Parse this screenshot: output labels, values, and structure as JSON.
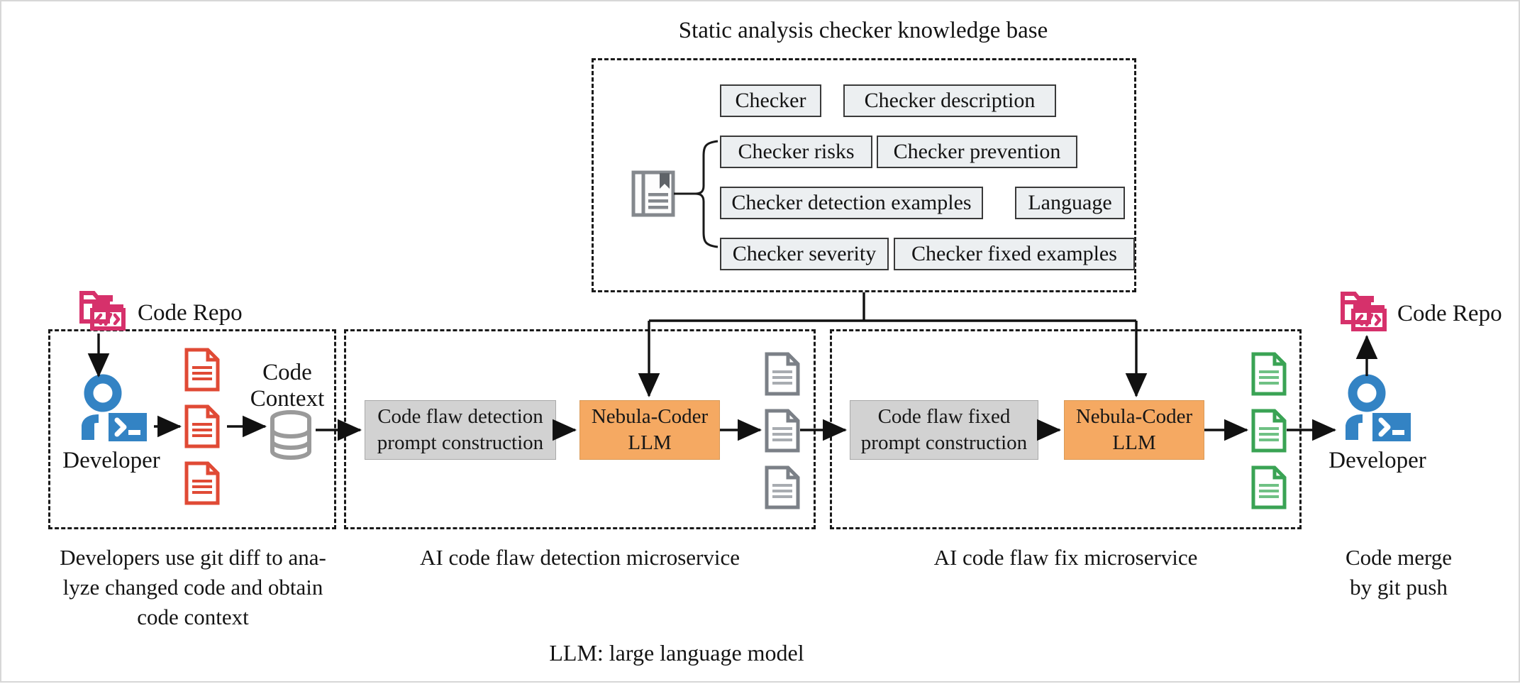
{
  "figure": {
    "title": "Static analysis checker knowledge base",
    "footnote": "LLM: large language model"
  },
  "knowledge_base": {
    "title": "Static analysis checker knowledge base",
    "icon": "book-icon",
    "attributes": [
      "Checker",
      "Checker description",
      "Checker risks",
      "Checker prevention",
      "Checker detection examples",
      "Language",
      "Checker severity",
      "Checker fixed examples"
    ]
  },
  "panels": [
    {
      "id": "developer-input",
      "caption": "Developers use git diff to ana-\nlyze changed code and obtain\ncode context",
      "caption_lines": [
        "Developers use git diff to ana-",
        "lyze changed code and obtain",
        "code context"
      ],
      "nodes": {
        "code_repo_label": "Code Repo",
        "developer_label": "Developer",
        "code_context_label": "Code\nContext",
        "code_context_line1": "Code",
        "code_context_line2": "Context"
      }
    },
    {
      "id": "detection-microservice",
      "caption": "AI code flaw detection microservice",
      "boxes": [
        {
          "label": "Code flaw detection\nprompt construction",
          "line1": "Code flaw detection",
          "line2": "prompt construction",
          "style": "gray"
        },
        {
          "label": "Nebula-Coder\nLLM",
          "line1": "Nebula-Coder",
          "line2": "LLM",
          "style": "orange"
        }
      ]
    },
    {
      "id": "fix-microservice",
      "caption": "AI code flaw fix microservice",
      "boxes": [
        {
          "label": "Code flaw fixed\nprompt construction",
          "line1": "Code flaw fixed",
          "line2": "prompt construction",
          "style": "gray"
        },
        {
          "label": "Nebula-Coder\nLLM",
          "line1": "Nebula-Coder",
          "line2": "LLM",
          "style": "orange"
        }
      ]
    },
    {
      "id": "merge-output",
      "caption_lines": [
        "Code merge",
        "by git push"
      ],
      "nodes": {
        "code_repo_label": "Code Repo",
        "developer_label": "Developer"
      }
    }
  ],
  "colors": {
    "repo_pink": "#d6316b",
    "developer_blue": "#3383c4",
    "doc_red": "#e04a35",
    "doc_gray": "#7b8087",
    "doc_green": "#3aa354",
    "db_gray": "#9a9a9a",
    "box_gray": "#d2d2d2",
    "box_orange": "#f5a962",
    "chip_fill": "#eceff1",
    "stroke_dark": "#1a1a1a"
  }
}
